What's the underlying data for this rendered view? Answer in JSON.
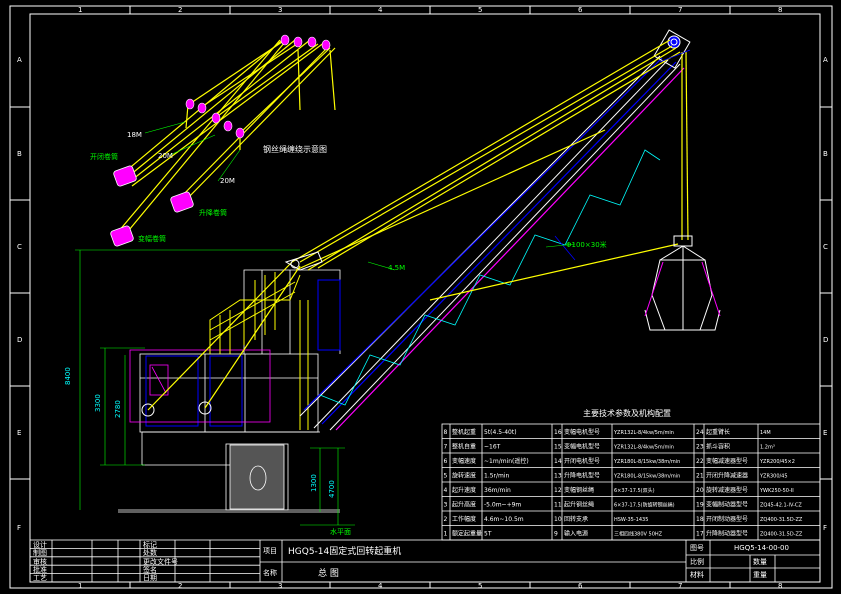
{
  "frame": {
    "col_labels": [
      "1",
      "2",
      "3",
      "4",
      "5",
      "6",
      "7",
      "8"
    ],
    "row_labels": [
      "A",
      "B",
      "C",
      "D",
      "E",
      "F"
    ]
  },
  "reeving": {
    "title": "钢丝绳缠绕示意图",
    "drums": [
      "开闭卷筒",
      "升降卷筒",
      "变幅卷筒"
    ],
    "marks": [
      "18M",
      "20M",
      "20M"
    ]
  },
  "dims": {
    "overall_height": "8400",
    "d1": "3300",
    "d2": "2780",
    "d3": "1300",
    "d4": "4700",
    "ground": "水平面"
  },
  "annotations": {
    "sling": "4.5M",
    "wire": "Φ100×30米"
  },
  "params_table": {
    "title": "主要技术参数及机构配置",
    "rows": [
      [
        "8",
        "整机起重",
        "5t(4.5-40t)",
        "16",
        "变幅电机型号",
        "YZR132L-8/4kw/5m/min",
        "24",
        "起重臂长",
        "14M"
      ],
      [
        "7",
        "整机自重",
        "~16T",
        "15",
        "变幅电机型号",
        "YZR132L-8/4kw/5m/min",
        "23",
        "抓斗容积",
        "1.2m³"
      ],
      [
        "6",
        "变幅速度",
        "~1m/min(遥控)",
        "14",
        "开闭电机型号",
        "YZR180L-8/15kw/38m/min",
        "22",
        "变幅减速器型号",
        "YZR200/45×2"
      ],
      [
        "5",
        "旋转速度",
        "1.5r/min",
        "13",
        "升降电机型号",
        "YZR180L-8/15kw/38m/min",
        "21",
        "开闭升降减速器",
        "YZR300/45"
      ],
      [
        "4",
        "起升速度",
        "36m/min",
        "12",
        "变幅钢丝绳",
        "6×37-17.5(双头)",
        "20",
        "旋转减速器型号",
        "YWK250-50-II"
      ],
      [
        "3",
        "起升高度",
        "-5.0m~+9m",
        "11",
        "起升钢丝绳",
        "6×37-17.5(防旋转钢丝绳)",
        "19",
        "变幅制动器型号",
        "ZQ45-42.1-IV-CZ"
      ],
      [
        "2",
        "工作幅度",
        "4.6m~10.5m",
        "10",
        "回转支承",
        "HSW-35-1435",
        "18",
        "开闭制动器型号",
        "ZQ400-31.5D-ZZ"
      ],
      [
        "1",
        "额定起重量",
        "5T",
        "9",
        "输入电源",
        "三相四线380V 50HZ",
        "17",
        "升降制动器型号",
        "ZQ400-31.5D-ZZ"
      ]
    ]
  },
  "title_block": {
    "left_labels": [
      "设计",
      "制图",
      "审核",
      "批准",
      "工艺"
    ],
    "mid_labels": [
      "标记",
      "处数",
      "更改文件号",
      "签名",
      "日期"
    ],
    "project_label": "项目",
    "project_name": "HGQ5-14固定式回转起重机",
    "name_label": "名称",
    "drawing_name": "总    图",
    "no_label": "图号",
    "drawing_no": "HGQ5-14-00-00",
    "scale_label": "比例",
    "sheet_label": "数量",
    "material_label": "材料",
    "weight_label": "重量"
  }
}
